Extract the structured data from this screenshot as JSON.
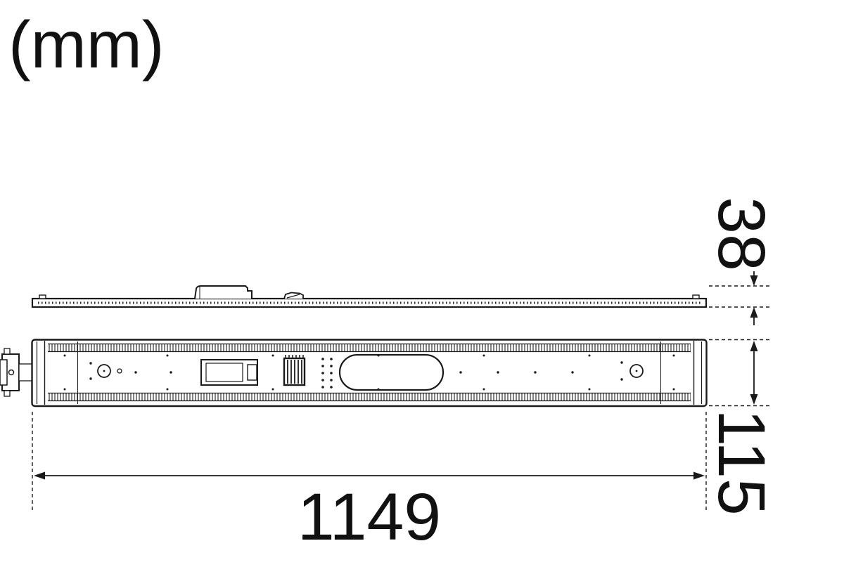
{
  "units_label": "(mm)",
  "dimensions": {
    "height": "38",
    "width": "115",
    "length": "1149"
  }
}
